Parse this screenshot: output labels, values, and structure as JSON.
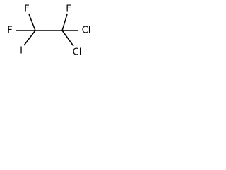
{
  "molecule": {
    "atoms": {
      "f_top_left": "F",
      "f_top_right": "F",
      "f_left": "F",
      "i_bottom_left": "I",
      "cl_right": "Cl",
      "cl_bottom_right": "Cl"
    },
    "colors": {
      "bond": "#000000",
      "label": "#000000",
      "background": "#ffffff"
    }
  }
}
